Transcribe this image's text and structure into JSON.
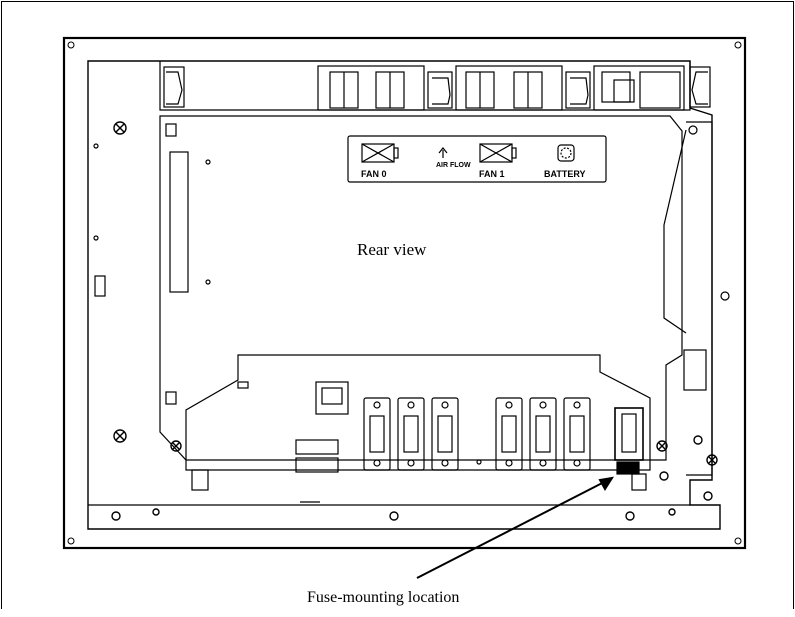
{
  "figure": {
    "caption_view": "Rear view",
    "callout_fuse": "Fuse-mounting location"
  },
  "panel_labels": {
    "fan0": "FAN 0",
    "airflow": "AIR FLOW",
    "fan1": "FAN 1",
    "battery": "BATTERY"
  },
  "icons": [
    "fan-icon",
    "airflow-arrow-icon",
    "battery-icon",
    "screw-icon",
    "connector-icon",
    "fuse-icon"
  ]
}
